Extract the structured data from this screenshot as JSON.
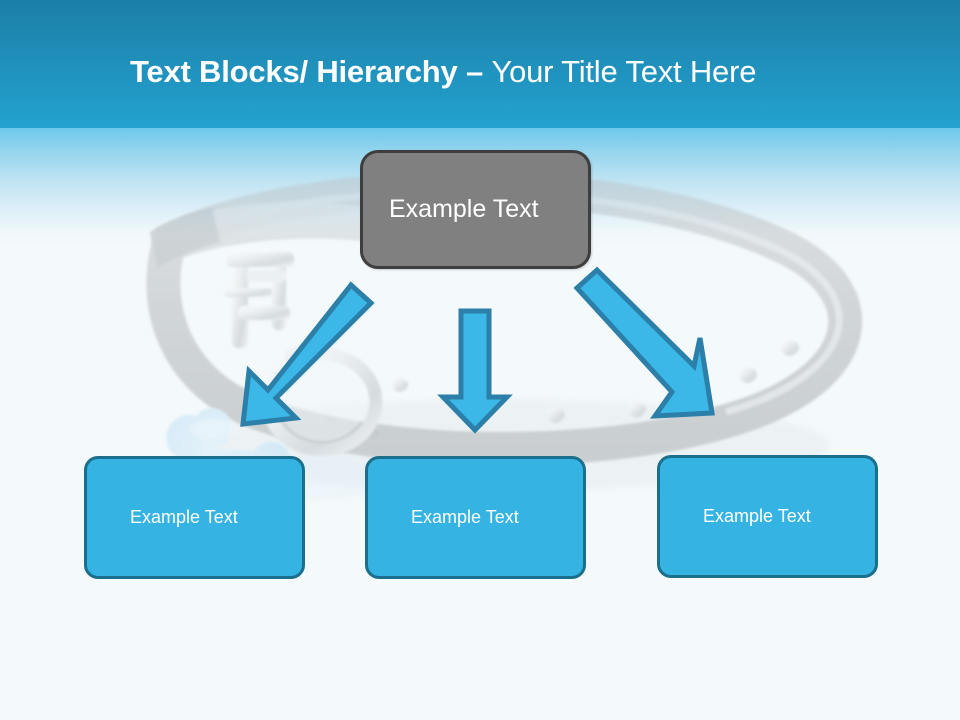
{
  "slide": {
    "title": {
      "bold_part": "Text Blocks/ Hierarchy – ",
      "light_part": "Your Title Text Here",
      "full": "Text Blocks/ Hierarchy – Your Title Text Here"
    },
    "background": {
      "image_subject": "dog-collar-photo",
      "sky_top_color": "#1b7fa8",
      "sky_bottom_color": "#2db2e4",
      "page_color": "#f4f9fb"
    }
  },
  "diagram": {
    "type": "hierarchy",
    "parent": {
      "label": "Example Text",
      "fill": "#808080",
      "border": "#3e3e3e",
      "text_color": "#ffffff"
    },
    "children": [
      {
        "label": "Example Text",
        "fill": "#35b3e3",
        "border": "#1a6f8c",
        "text_color": "#ffffff"
      },
      {
        "label": "Example Text",
        "fill": "#35b3e3",
        "border": "#1a6f8c",
        "text_color": "#ffffff"
      },
      {
        "label": "Example Text",
        "fill": "#35b3e3",
        "border": "#1a6f8c",
        "text_color": "#ffffff"
      }
    ],
    "connectors": [
      {
        "name": "arrow-down-left",
        "direction": "down-left",
        "fill": "#3bb8e8",
        "stroke": "#2b7fa8"
      },
      {
        "name": "arrow-down",
        "direction": "down",
        "fill": "#3bb8e8",
        "stroke": "#2b7fa8"
      },
      {
        "name": "arrow-down-right",
        "direction": "down-right",
        "fill": "#3bb8e8",
        "stroke": "#2b7fa8"
      }
    ]
  }
}
